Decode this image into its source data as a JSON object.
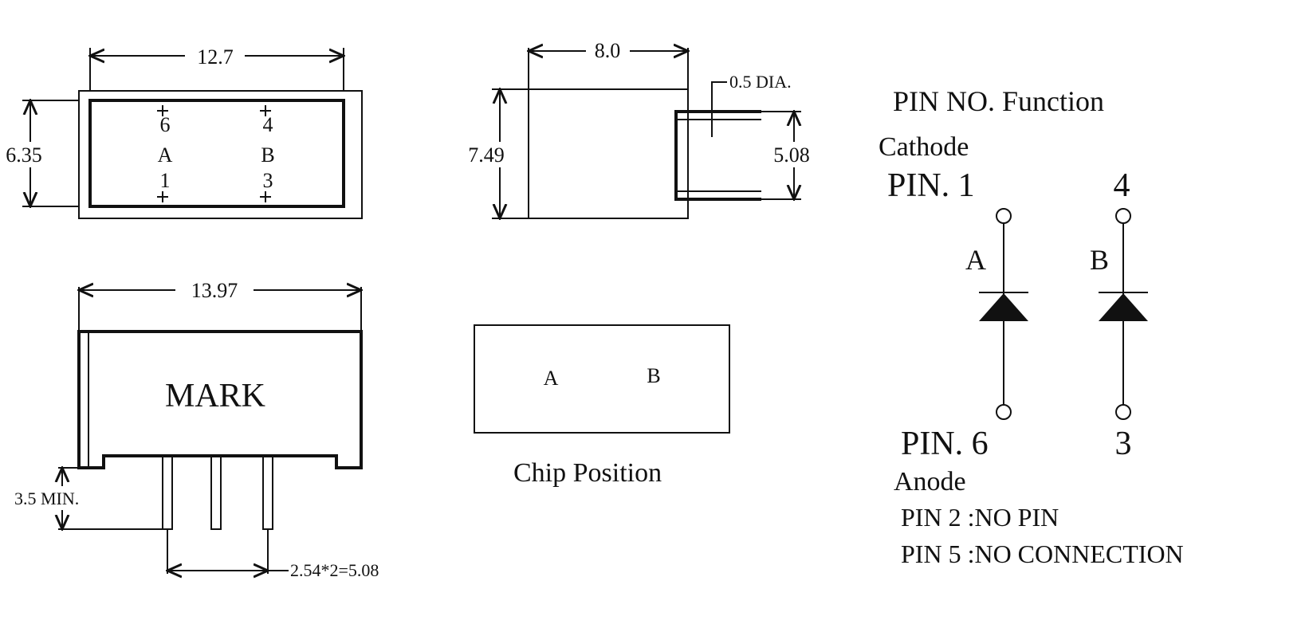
{
  "top_view": {
    "width_dim": "12.7",
    "height_dim": "6.35",
    "pins_top": [
      "6",
      "4"
    ],
    "chip_labels": [
      "A",
      "B"
    ],
    "pins_bottom": [
      "1",
      "3"
    ]
  },
  "side_view": {
    "width_dim": "8.0",
    "height_dim": "7.49",
    "lead_spacing_dim": "5.08",
    "lead_dia": "0.5 DIA."
  },
  "front_view": {
    "width_dim": "13.97",
    "mark_text": "MARK",
    "lead_length": "3.5 MIN.",
    "pitch_dim": "2.54*2=5.08"
  },
  "chip_position": {
    "labels": [
      "A",
      "B"
    ],
    "caption": "Chip Position"
  },
  "schematic": {
    "heading": "PIN NO. Function",
    "cathode_label": "Cathode",
    "cathode_pin_prefix": "PIN. 1",
    "cathode_pin_b": "4",
    "diode_a": "A",
    "diode_b": "B",
    "anode_pin_prefix": "PIN. 6",
    "anode_pin_b": "3",
    "anode_label": "Anode",
    "note1": "PIN 2 :NO PIN",
    "note2": "PIN 5 :NO CONNECTION"
  }
}
